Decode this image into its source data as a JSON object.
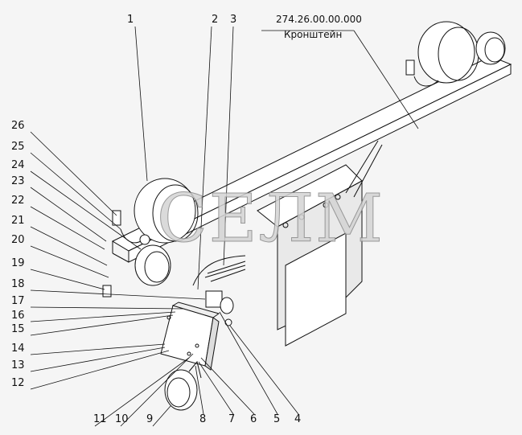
{
  "part": {
    "code": "274.26.00.00.000",
    "name": "Кронштейн"
  },
  "watermark": "СЕЛМ",
  "callouts": {
    "top": [
      "1",
      "2",
      "3"
    ],
    "left": [
      "26",
      "25",
      "24",
      "23",
      "22",
      "21",
      "20",
      "19",
      "18",
      "17",
      "16",
      "15",
      "14",
      "13",
      "12"
    ],
    "bottom": [
      "11",
      "10",
      "9",
      "8",
      "7",
      "6",
      "5",
      "4"
    ]
  }
}
